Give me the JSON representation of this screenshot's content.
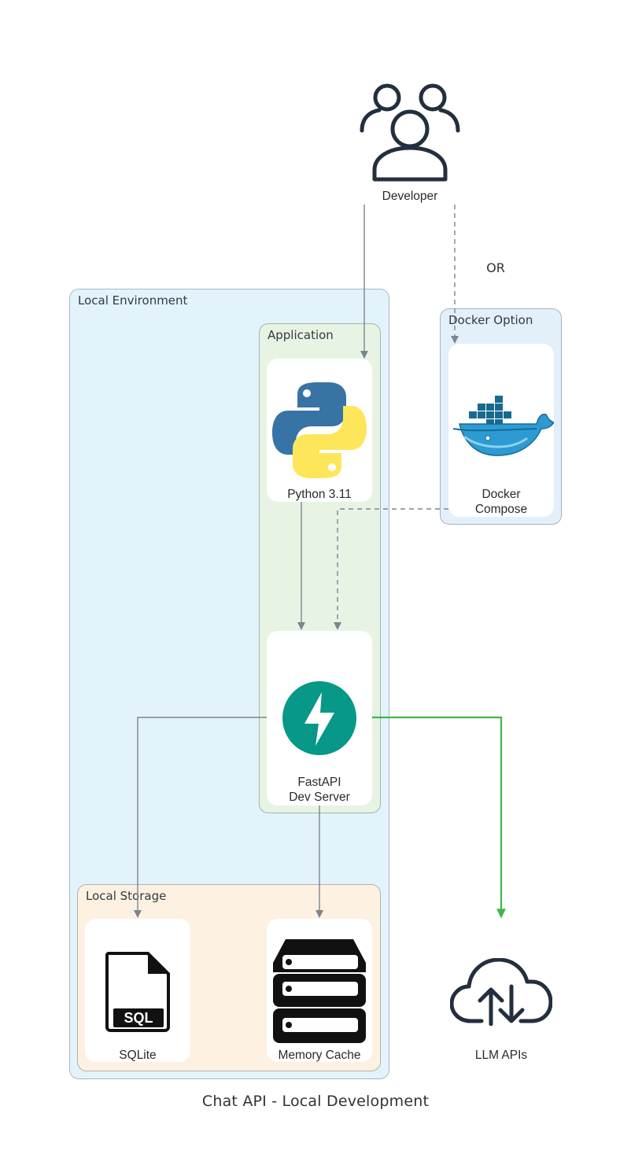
{
  "diagram": {
    "title": "Chat API - Local Development",
    "edge_label_or": "OR",
    "clusters": {
      "local_environment": "Local Environment",
      "application": "Application",
      "docker_option": "Docker Option",
      "local_storage": "Local Storage"
    },
    "nodes": {
      "developer": {
        "label": "Developer",
        "icon": "users-icon"
      },
      "python": {
        "label": "Python 3.11",
        "icon": "python-logo"
      },
      "docker": {
        "label": "Docker\nCompose",
        "icon": "docker-logo"
      },
      "fastapi": {
        "label": "FastAPI\nDev Server",
        "icon": "fastapi-logo"
      },
      "sqlite": {
        "label": "SQLite",
        "icon": "sql-file-icon",
        "icon_text": "SQL"
      },
      "cache": {
        "label": "Memory Cache",
        "icon": "server-stack-icon"
      },
      "llm": {
        "label": "LLM APIs",
        "icon": "cloud-upload-download-icon"
      }
    },
    "edges": [
      {
        "from": "Developer",
        "to": "Python 3.11",
        "style": "solid"
      },
      {
        "from": "Developer",
        "to": "Docker Compose",
        "style": "dashed",
        "label": "OR"
      },
      {
        "from": "Python 3.11",
        "to": "FastAPI Dev Server",
        "style": "solid"
      },
      {
        "from": "Docker Compose",
        "to": "FastAPI Dev Server",
        "style": "dashed"
      },
      {
        "from": "FastAPI Dev Server",
        "to": "SQLite",
        "style": "solid"
      },
      {
        "from": "FastAPI Dev Server",
        "to": "Memory Cache",
        "style": "solid"
      },
      {
        "from": "FastAPI Dev Server",
        "to": "LLM APIs",
        "style": "solid",
        "color": "#44b449"
      }
    ],
    "colors": {
      "local_environment_fill": "#e3f3fb",
      "application_fill": "#e7f4e4",
      "docker_option_fill": "#e3f0fa",
      "local_storage_fill": "#fdf1e2",
      "edge_gray": "#7b8590",
      "edge_green": "#44b449",
      "python_blue": "#3873a6",
      "python_yellow": "#fee65a",
      "docker_blue": "#2c9bd3",
      "fastapi_teal": "#079887"
    }
  }
}
